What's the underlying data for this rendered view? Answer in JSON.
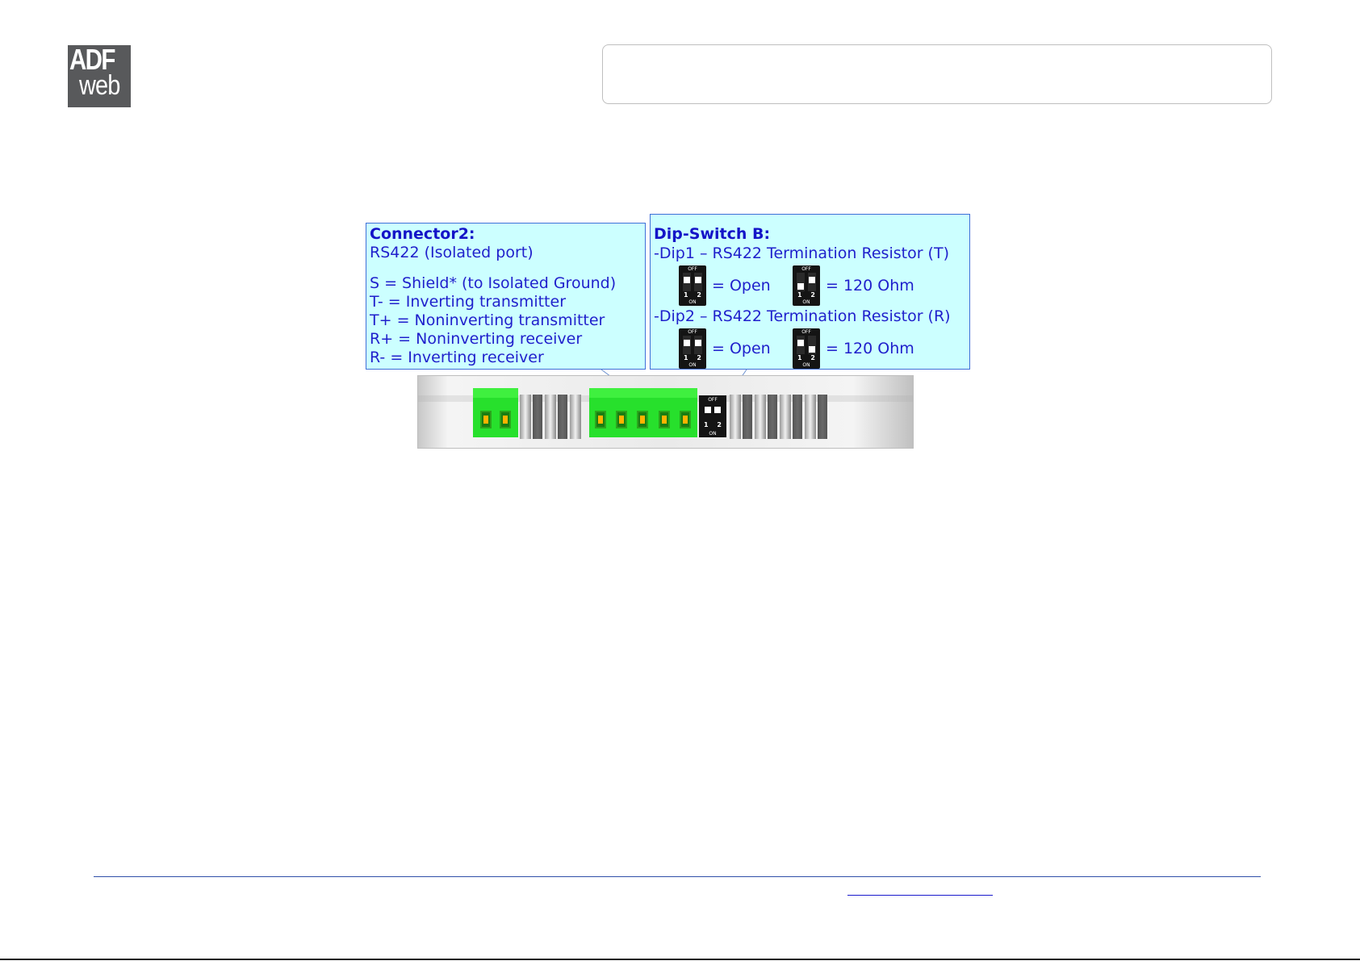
{
  "logo": {
    "line1": "ADF",
    "line2": "web"
  },
  "colors": {
    "callout_bg": "#ccffff",
    "callout_border": "#3f6fd8",
    "callout_text": "#1f1fcc",
    "terminal_green": "#27e02c",
    "logo_gray": "#58595b",
    "footer_rule": "#2f4fa8"
  },
  "connector2": {
    "title": "Connector2:",
    "subtitle": "RS422 (Isolated port)",
    "lines": [
      "S = Shield* (to Isolated Ground)",
      "T- = Inverting transmitter",
      "T+ = Noninverting transmitter",
      "R+ = Noninverting receiver",
      "R- = Inverting receiver"
    ]
  },
  "dip_switch_b": {
    "title": "Dip-Switch B:",
    "dip1_label": "-Dip1 – RS422 Termination Resistor (T)",
    "dip2_label": "-Dip2 – RS422 Termination Resistor (R)",
    "open_text": "= Open",
    "ohm_text": "= 120 Ohm",
    "switch_off": "OFF",
    "switch_on": "ON",
    "switch_numbers": "1 2"
  }
}
